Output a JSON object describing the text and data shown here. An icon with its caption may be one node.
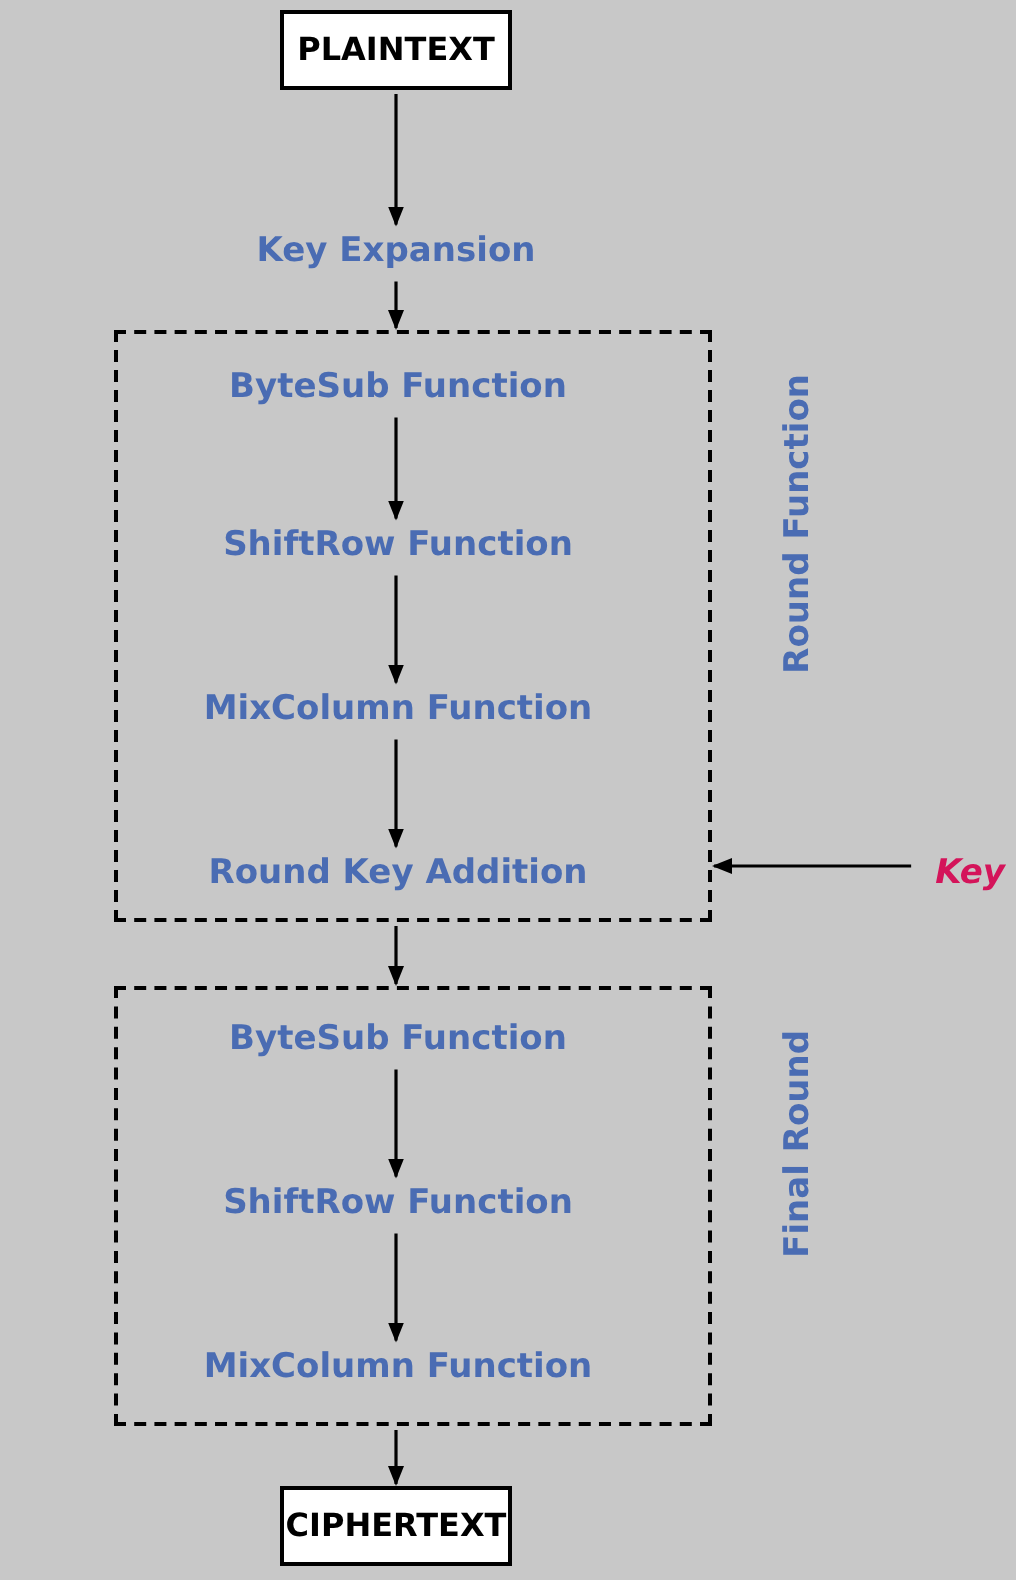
{
  "diagram": {
    "nodes": [
      {
        "text": [
          "PLAINTEXT"
        ]
      },
      {
        "text": [
          "Key Expansion"
        ]
      },
      {
        "text": [
          "Round Function"
        ]
      },
      {
        "text": [
          "ByteSub Function"
        ],
        "in": 2
      },
      {
        "text": [
          "ShiftRow Function"
        ],
        "in": 2
      },
      {
        "text": [
          "MixColumn Function"
        ],
        "in": 2
      },
      {
        "text": [
          "Round Key Addition"
        ],
        "in": 2
      },
      {
        "text": [
          "Key"
        ]
      },
      {
        "text": [
          "Final Round"
        ]
      },
      {
        "text": [
          "ByteSub Function"
        ],
        "in": 8
      },
      {
        "text": [
          "ShiftRow Function"
        ],
        "in": 8
      },
      {
        "text": [
          "MixColumn Function"
        ],
        "in": 8
      },
      {
        "text": [
          "CIPHERTEXT"
        ]
      }
    ],
    "edges": [
      {
        "from": 0,
        "to": 1,
        "arrow": "to"
      },
      {
        "from": 1,
        "to": 2,
        "arrow": "to"
      },
      {
        "from": 3,
        "to": 4,
        "arrow": "to"
      },
      {
        "from": 4,
        "to": 5,
        "arrow": "to"
      },
      {
        "from": 5,
        "to": 6,
        "arrow": "to"
      },
      {
        "from": 7,
        "to": 2,
        "arrow": "to"
      },
      {
        "from": 2,
        "to": 8,
        "arrow": "to"
      },
      {
        "from": 8,
        "to": 12,
        "arrow": "to"
      },
      {
        "from": 9,
        "to": 10,
        "arrow": "to"
      },
      {
        "from": 10,
        "to": 11,
        "arrow": "to"
      }
    ]
  }
}
